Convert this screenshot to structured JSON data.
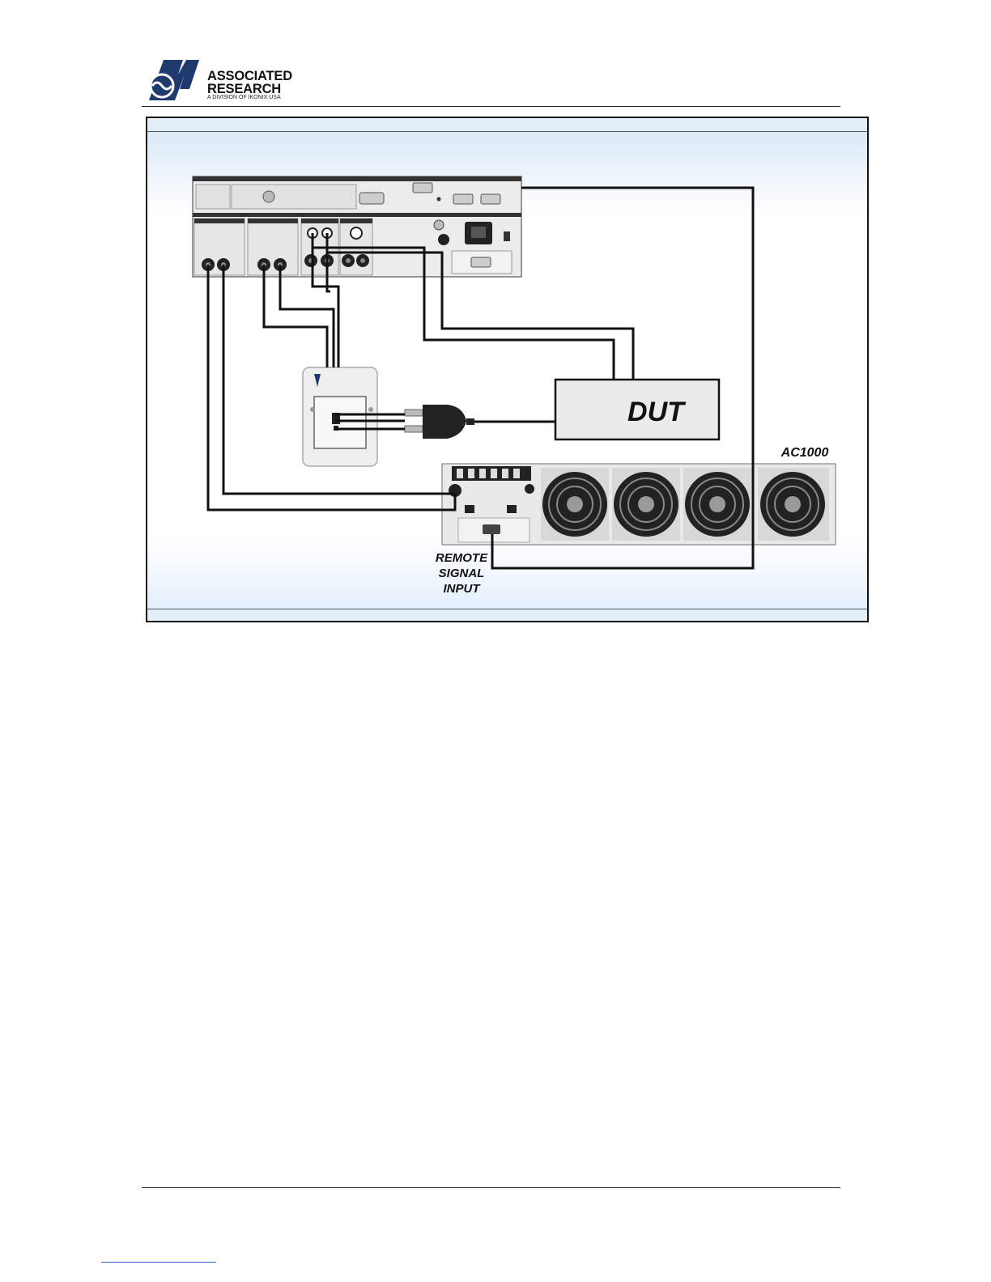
{
  "header": {
    "logo_line1": "ASSOCIATED",
    "logo_line2": "RESEARCH",
    "logo_sub": "A DIVISION OF IKONIX USA"
  },
  "diagram": {
    "dut_label": "DUT",
    "ac_label": "AC1000",
    "remote_line1": "REMOTE",
    "remote_line2": "SIGNAL",
    "remote_line3": "INPUT"
  },
  "colors": {
    "wire": "#111111",
    "panel": "#e8e8e8",
    "accent_blue": "#2b4a8a"
  }
}
